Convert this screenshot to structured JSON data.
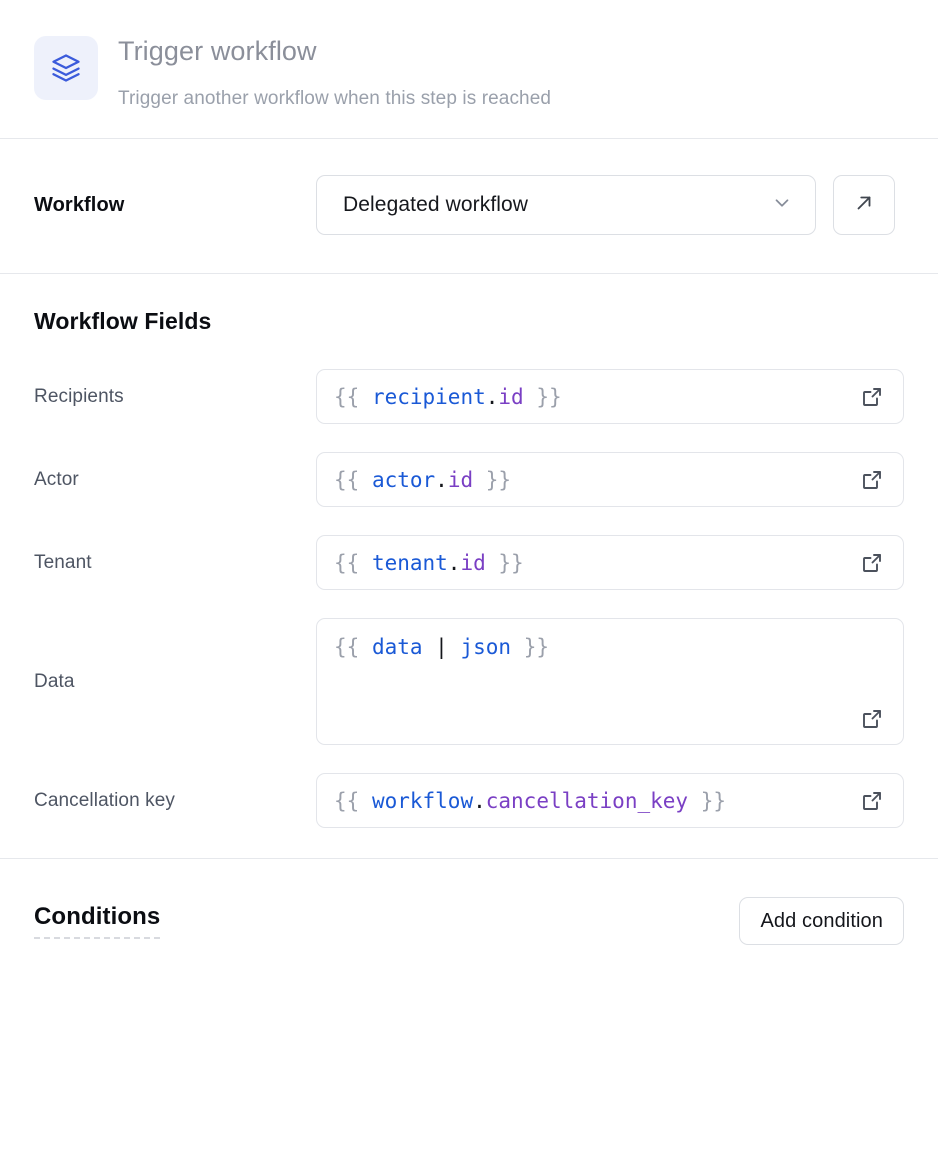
{
  "header": {
    "icon": "layers-icon",
    "icon_color": "#3b5bdb",
    "icon_bg": "#eef1fb",
    "title": "Trigger workflow",
    "subtitle": "Trigger another workflow when this step is reached"
  },
  "workflow_section": {
    "label": "Workflow",
    "select": {
      "value": "Delegated workflow",
      "chevron_icon": "chevron-down-icon"
    },
    "open_button_icon": "arrow-up-right-icon"
  },
  "fields_section": {
    "heading": "Workflow Fields",
    "expand_icon": "external-link-icon",
    "fields": [
      {
        "label": "Recipients",
        "value": "{{ recipient.id }}",
        "multiline": false,
        "tokens": [
          {
            "text": "{{ ",
            "kind": "brace"
          },
          {
            "text": "recipient",
            "kind": "var"
          },
          {
            "text": ".",
            "kind": "dot"
          },
          {
            "text": "id",
            "kind": "prop"
          },
          {
            "text": " }}",
            "kind": "brace"
          }
        ]
      },
      {
        "label": "Actor",
        "value": "{{ actor.id }}",
        "multiline": false,
        "tokens": [
          {
            "text": "{{ ",
            "kind": "brace"
          },
          {
            "text": "actor",
            "kind": "var"
          },
          {
            "text": ".",
            "kind": "dot"
          },
          {
            "text": "id",
            "kind": "prop"
          },
          {
            "text": " }}",
            "kind": "brace"
          }
        ]
      },
      {
        "label": "Tenant",
        "value": "{{ tenant.id }}",
        "multiline": false,
        "tokens": [
          {
            "text": "{{ ",
            "kind": "brace"
          },
          {
            "text": "tenant",
            "kind": "var"
          },
          {
            "text": ".",
            "kind": "dot"
          },
          {
            "text": "id",
            "kind": "prop"
          },
          {
            "text": " }}",
            "kind": "brace"
          }
        ]
      },
      {
        "label": "Data",
        "value": "{{ data | json }}",
        "multiline": true,
        "tokens": [
          {
            "text": "{{ ",
            "kind": "brace"
          },
          {
            "text": "data",
            "kind": "var"
          },
          {
            "text": " ",
            "kind": "dot"
          },
          {
            "text": "|",
            "kind": "pipe"
          },
          {
            "text": " ",
            "kind": "dot"
          },
          {
            "text": "json",
            "kind": "var"
          },
          {
            "text": " }}",
            "kind": "brace"
          }
        ]
      },
      {
        "label": "Cancellation key",
        "value": "{{ workflow.cancellation_key }}",
        "multiline": false,
        "tokens": [
          {
            "text": "{{ ",
            "kind": "brace"
          },
          {
            "text": "workflow",
            "kind": "var"
          },
          {
            "text": ".",
            "kind": "dot"
          },
          {
            "text": "cancellation_key",
            "kind": "prop"
          },
          {
            "text": " }}",
            "kind": "brace"
          }
        ]
      }
    ]
  },
  "conditions_section": {
    "title": "Conditions",
    "add_button_label": "Add condition"
  },
  "colors": {
    "accent_blue": "#1a59d6",
    "accent_purple": "#7a3fc4",
    "brace_gray": "#9ba0ab",
    "border": "#dcdfe4",
    "divider": "#e6e8ec",
    "title_gray": "#8b8f9a",
    "label_gray": "#4e5563"
  }
}
